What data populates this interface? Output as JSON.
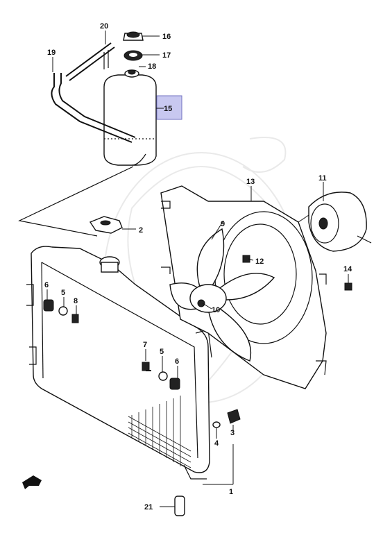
{
  "labels": {
    "p1": "1",
    "p2": "2",
    "p3": "3",
    "p4": "4",
    "p5a": "5",
    "p5b": "5",
    "p6a": "6",
    "p6b": "6",
    "p7": "7",
    "p8": "8",
    "p9": "9",
    "p10": "10",
    "p11": "11",
    "p12": "12",
    "p13": "13",
    "p14": "14",
    "p15": "15",
    "p16": "16",
    "p17": "17",
    "p18": "18",
    "p19": "19",
    "p20": "20",
    "p21": "21"
  },
  "highlight": {
    "part": "15",
    "color": "#c8c8f0"
  }
}
